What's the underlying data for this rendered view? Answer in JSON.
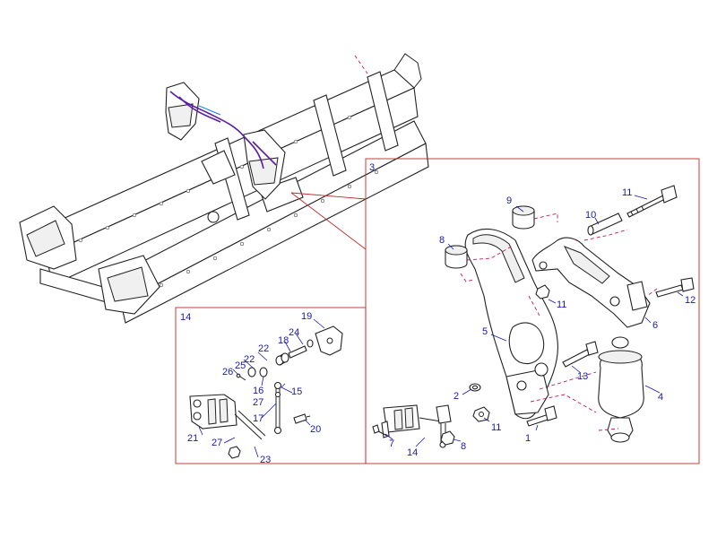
{
  "colors": {
    "callout_text": "#1a1aa8",
    "frame": "#c62828",
    "assembly_dash": "#c2185b",
    "line_art": "#222222",
    "wiring": "#5a1ea6"
  },
  "detail_frames": [
    {
      "label": "3"
    },
    {
      "label": "14"
    }
  ],
  "callouts_detail_3": [
    "1",
    "2",
    "4",
    "5",
    "6",
    "7",
    "8",
    "8",
    "9",
    "10",
    "11",
    "11",
    "11",
    "12",
    "13",
    "14"
  ],
  "callouts_detail_14": [
    "15",
    "16",
    "17",
    "18",
    "19",
    "20",
    "21",
    "22",
    "22",
    "23",
    "24",
    "25",
    "26",
    "27",
    "27"
  ]
}
